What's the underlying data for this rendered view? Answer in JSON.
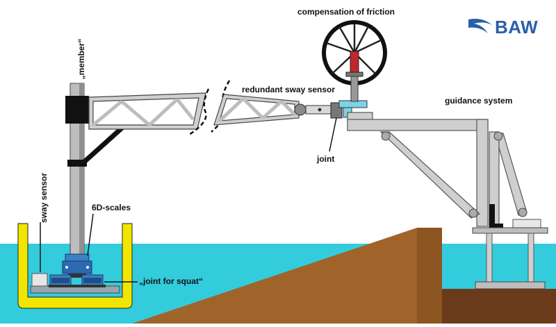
{
  "labels": {
    "member": "„member“",
    "compensation": "compensation of friction",
    "redundant_sensor": "redundant sway sensor",
    "guidance": "guidance system",
    "joint": "joint",
    "sway_sensor": "sway sensor",
    "scales": "6D-scales",
    "joint_squat": "„joint for squat“"
  },
  "logo": {
    "text": "BAW"
  },
  "colors": {
    "water": "#33ccdd",
    "earth": "#a0642a",
    "dark_earth": "#6b3a1a",
    "tank": "#f2e600",
    "steel": "#b9b9b9",
    "steel_dark": "#555555",
    "brand": "#2a5fa8",
    "scales_blue": "#3b7fc4"
  }
}
